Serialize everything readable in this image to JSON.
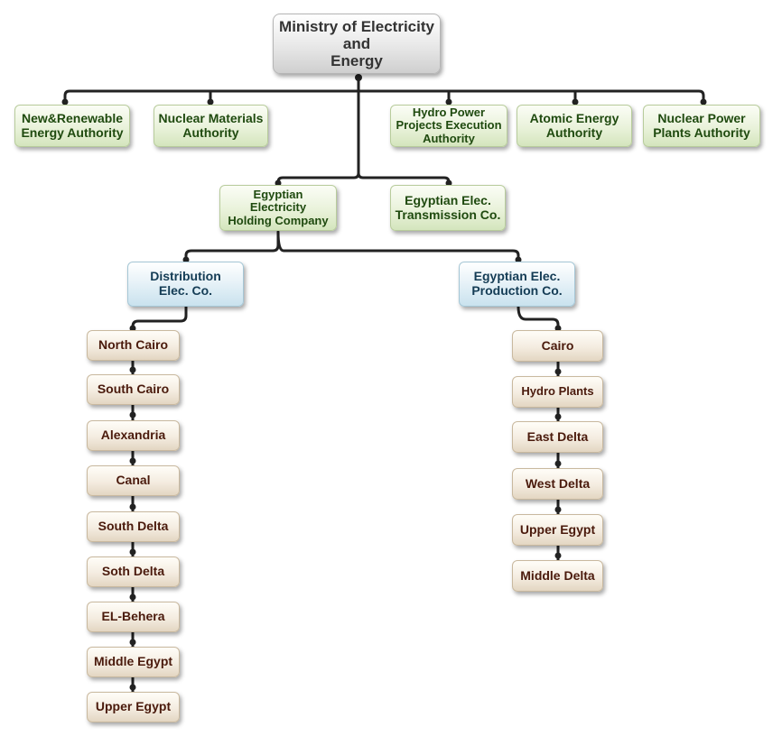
{
  "ministry": "Ministry of Electricity\nand\nEnergy",
  "authorities": [
    "New&Renewable\nEnergy Authority",
    "Nuclear Materials\nAuthority",
    "Hydro Power\nProjects Execution\nAuthority",
    "Atomic Energy\nAuthority",
    "Nuclear Power\nPlants Authority"
  ],
  "holding_company": "Egyptian Electricity\nHolding Company",
  "transmission_company": "Egyptian Elec.\nTransmission Co.",
  "distribution_company": "Distribution\nElec. Co.",
  "production_company": "Egyptian Elec.\nProduction Co.",
  "distribution_units": [
    "North Cairo",
    "South Cairo",
    "Alexandria",
    "Canal",
    "South Delta",
    "Soth Delta",
    "EL-Behera",
    "Middle Egypt",
    "Upper Egypt"
  ],
  "production_units": [
    "Cairo",
    "Hydro Plants",
    "East Delta",
    "West Delta",
    "Upper Egypt",
    "Middle Delta"
  ]
}
